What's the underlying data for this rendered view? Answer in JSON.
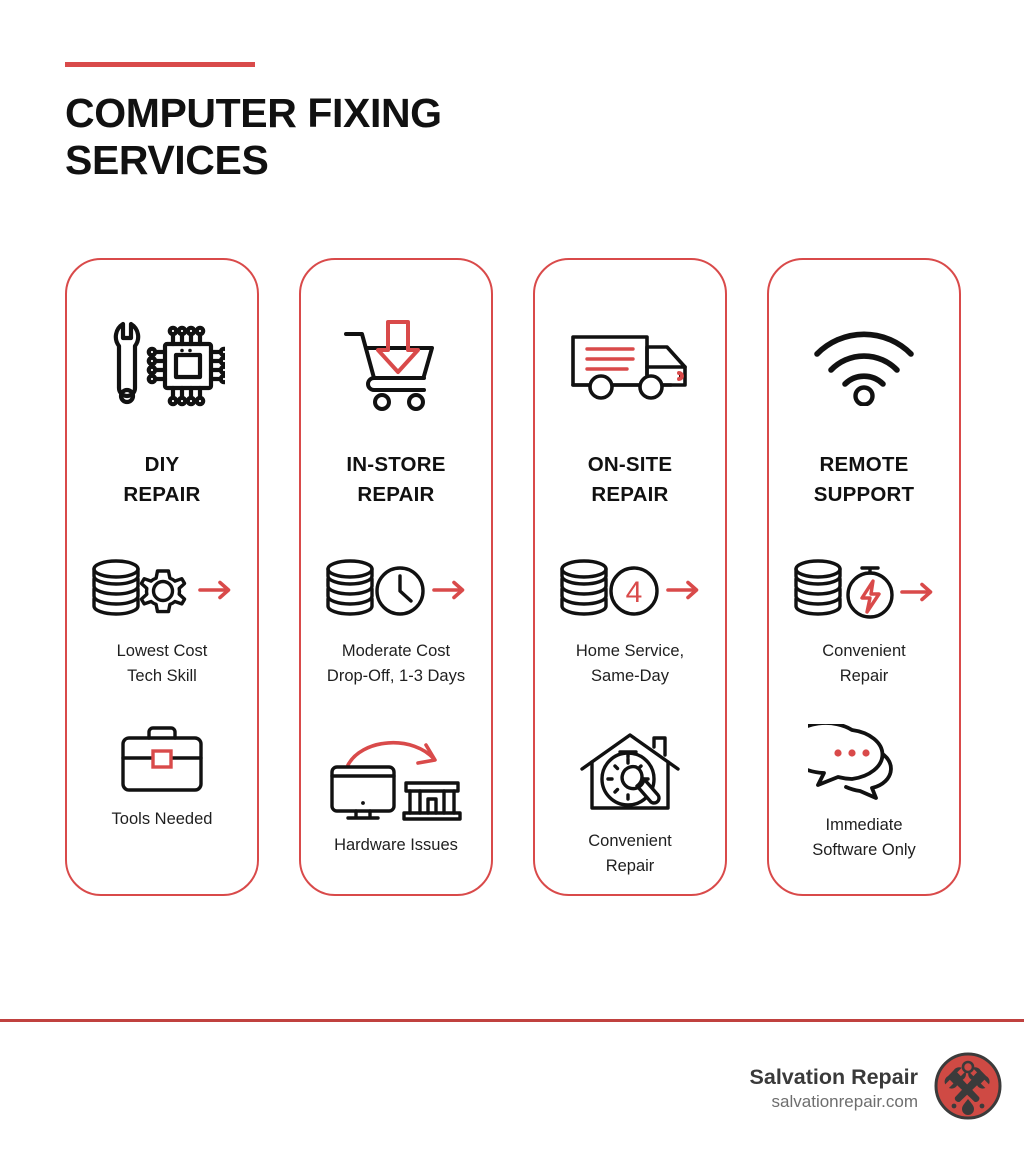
{
  "colors": {
    "accent_red": "#d94a4a",
    "divider_red": "#c0413f",
    "ink": "#111111",
    "background": "#ffffff",
    "logo_red": "#cf4a44"
  },
  "header": {
    "title": "COMPUTER FIXING\nSERVICES"
  },
  "cards": [
    {
      "title": "DIY\nREPAIR",
      "top_icon": "wrench-microchip-icon",
      "mid_icon": "coins-gear-arrow-icon",
      "mid_caption": "Lowest Cost\nTech Skill",
      "bottom_icon": "toolbox-icon",
      "bottom_caption": "Tools Needed"
    },
    {
      "title": "IN-STORE\nREPAIR",
      "top_icon": "shopping-cart-down-arrow-icon",
      "mid_icon": "coins-clock-arrow-icon",
      "mid_caption": "Moderate Cost\nDrop-Off, 1-3 Days",
      "bottom_icon": "monitor-to-store-icon",
      "bottom_caption": "Hardware Issues"
    },
    {
      "title": "ON-SITE\nREPAIR",
      "top_icon": "delivery-van-icon",
      "mid_icon": "coins-four-circle-arrow-icon",
      "mid_badge": "4",
      "mid_caption": "Home Service,\nSame-Day",
      "bottom_icon": "house-stopwatch-wrench-icon",
      "bottom_caption": "Convenient\nRepair"
    },
    {
      "title": "REMOTE\nSUPPORT",
      "top_icon": "wifi-icon",
      "mid_icon": "coins-stopwatch-bolt-arrow-icon",
      "mid_caption": "Convenient\nRepair",
      "bottom_icon": "chat-bubbles-icon",
      "bottom_caption": "Immediate\nSoftware Only"
    }
  ],
  "footer": {
    "brand_name": "Salvation Repair",
    "brand_url": "salvationrepair.com",
    "logo_icon": "crossed-wrenches-logo-icon"
  }
}
